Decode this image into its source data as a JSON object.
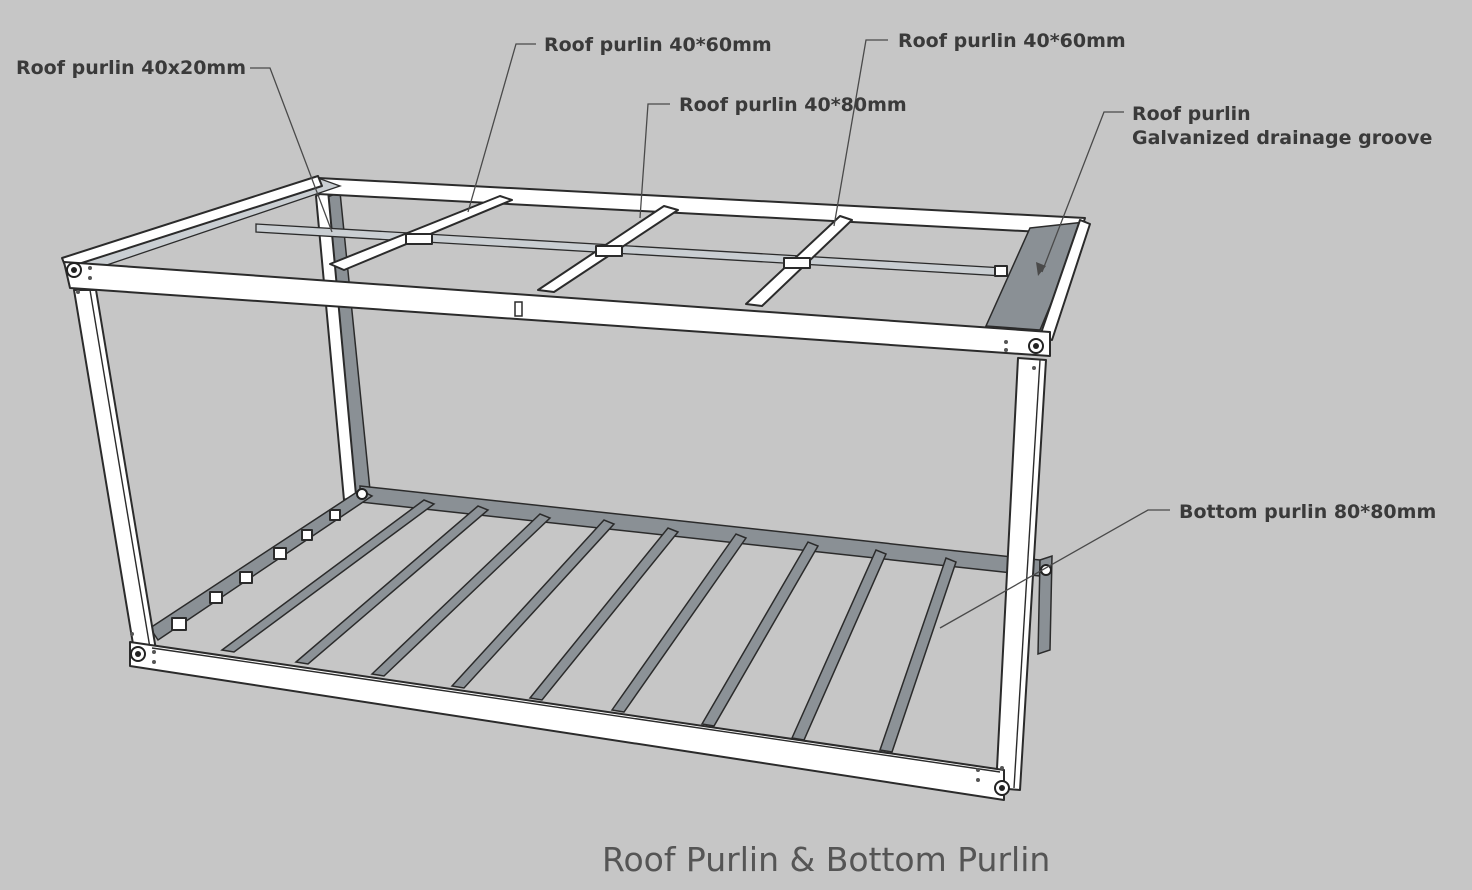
{
  "labels": {
    "roof_40x20": "Roof purlin 40x20mm",
    "roof_40x60_a": "Roof purlin 40*60mm",
    "roof_40x60_b": "Roof purlin 40*60mm",
    "roof_40x80": "Roof purlin 40*80mm",
    "roof_groove_line1": "Roof purlin",
    "roof_groove_line2": "Galvanized drainage groove",
    "bottom_80x80": "Bottom purlin 80*80mm"
  },
  "caption": "Roof Purlin & Bottom Purlin",
  "colors": {
    "background": "#c6c6c6",
    "frame": "#ffffff",
    "purlin": "#8c9297",
    "outline": "#2b2b2b",
    "label_text": "#3a3a3a",
    "caption_text": "#555555"
  }
}
